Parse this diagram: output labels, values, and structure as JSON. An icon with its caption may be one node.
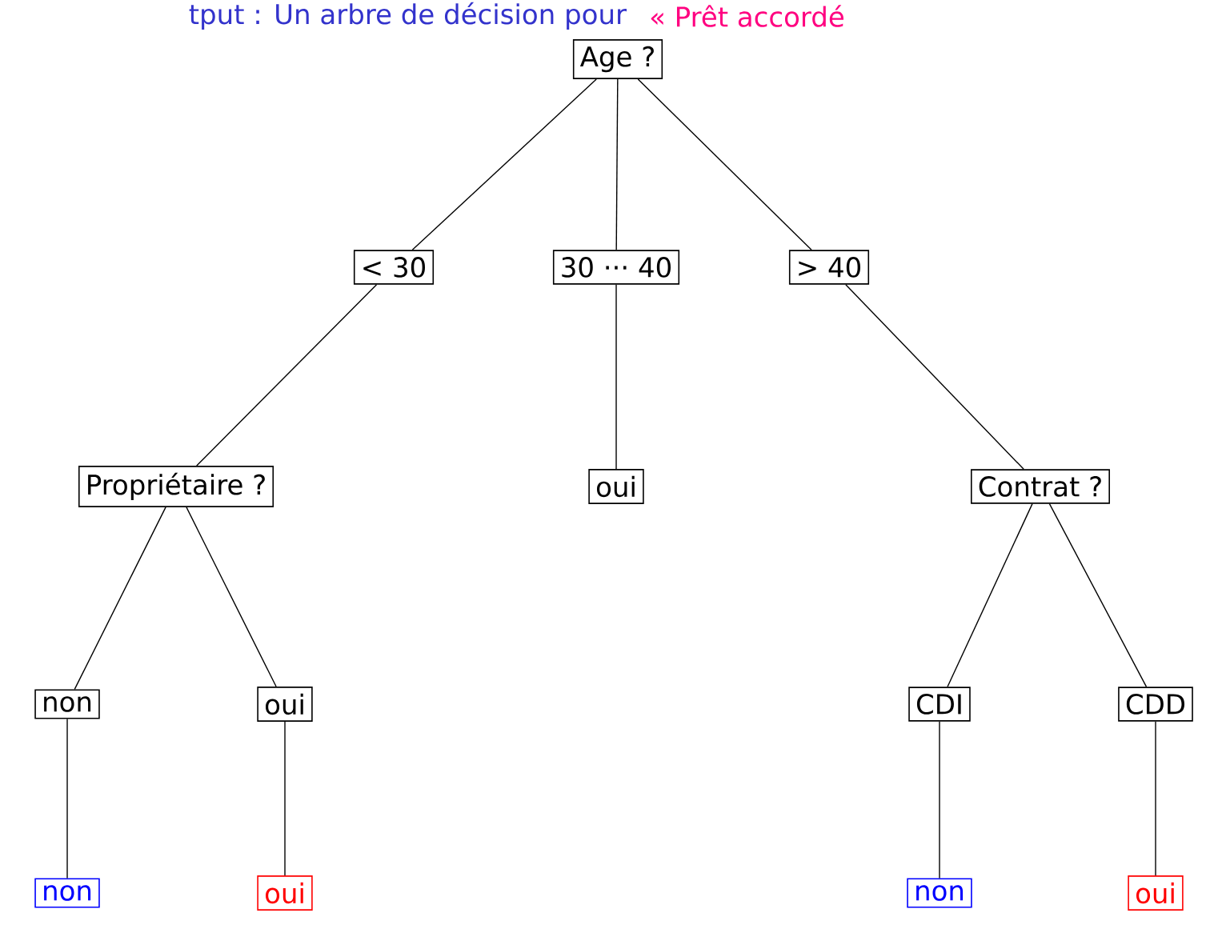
{
  "diagram": {
    "title": "tput : Un arbre de décision pour",
    "nodes": [
      {
        "text": [
          "Age ?"
        ]
      },
      {
        "text": [
          "< 30"
        ]
      },
      {
        "text": [
          "30 ··· 40"
        ]
      },
      {
        "text": [
          "> 40"
        ]
      },
      {
        "text": [
          "Propriétaire ?"
        ]
      },
      {
        "text": [
          "oui"
        ]
      },
      {
        "text": [
          "Contrat ?"
        ]
      },
      {
        "text": [
          "non"
        ]
      },
      {
        "text": [
          "oui"
        ]
      },
      {
        "text": [
          "CDI"
        ]
      },
      {
        "text": [
          "CDD"
        ]
      },
      {
        "text": [
          "non"
        ]
      },
      {
        "text": [
          "oui"
        ]
      },
      {
        "text": [
          "non"
        ]
      },
      {
        "text": [
          "oui"
        ]
      }
    ],
    "edges": [
      {
        "from": 0,
        "to": 1,
        "arrow": "none"
      },
      {
        "from": 0,
        "to": 2,
        "arrow": "none"
      },
      {
        "from": 0,
        "to": 3,
        "arrow": "none"
      },
      {
        "from": 1,
        "to": 4,
        "arrow": "none"
      },
      {
        "from": 2,
        "to": 5,
        "arrow": "none"
      },
      {
        "from": 3,
        "to": 6,
        "arrow": "none"
      },
      {
        "from": 4,
        "to": 7,
        "arrow": "none"
      },
      {
        "from": 4,
        "to": 8,
        "arrow": "none"
      },
      {
        "from": 6,
        "to": 9,
        "arrow": "none"
      },
      {
        "from": 6,
        "to": 10,
        "arrow": "none"
      },
      {
        "from": 7,
        "to": 11,
        "arrow": "none"
      },
      {
        "from": 8,
        "to": 12,
        "arrow": "none"
      },
      {
        "from": 9,
        "to": 13,
        "arrow": "none"
      },
      {
        "from": 10,
        "to": 14,
        "arrow": "none"
      }
    ],
    "labels": [
      "« Prêt accordé"
    ]
  }
}
